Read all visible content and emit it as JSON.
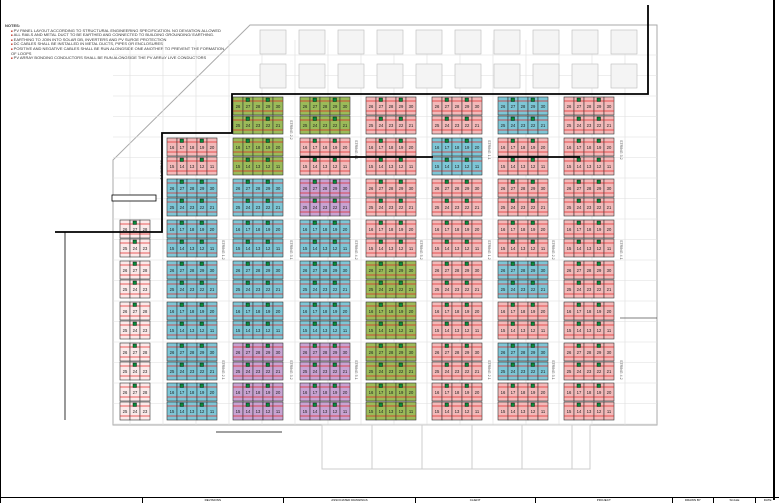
{
  "notes": {
    "title": "NOTES:",
    "items": [
      "PV PANEL LAYOUT ACCORDING TO STRUCTURAL ENGINEERING SPECIFICATION. NO DEVIATION ALLOWED",
      "ALL RAILS AND METAL DUCT TO BE EARTHED AND CONNECTED TO BUILDING GROUNDING/ EARTHING.",
      "EARTHING TO JOIN INTO SOLAR DB, INVERTERS AND PV SURGE PROTECTION",
      "DC CABLES SHALL BE INSTALLED IN METAL DUCTS, PIPES OR ENCLOSURES",
      "POSITIVE AND NEGATIVE CABLES SHALL BE RUN ALONGSIDE ONE ANOTHER TO PREVENT THE FORMATION OF LOOPS",
      "PV ARRAY BONDING CONDUCTORS SHALL BE RUN ALONGSIDE THE PV ARRAY LIVE CONDUCTORS"
    ]
  },
  "title_block": [
    "",
    "REVISIONS",
    "ASSOCIATED DRAWINGS",
    "CLIENT",
    "PROJECT",
    "DRAWN BY",
    "SCALE",
    "DATE"
  ],
  "panel_numbers": {
    "upper_top": [
      "26",
      "27",
      "28",
      "29",
      "30"
    ],
    "upper_bottom": [
      "25",
      "24",
      "23",
      "22",
      "21"
    ],
    "lower_top": [
      "16",
      "17",
      "18",
      "19",
      "20"
    ],
    "lower_bottom": [
      "15",
      "14",
      "13",
      "12",
      "11"
    ]
  },
  "string_labels": [
    "STRING 1.1",
    "STRING 1.2",
    "STRING 2.1",
    "STRING 2.2",
    "STRING 3.1",
    "STRING 3.2",
    "STRING 4.1",
    "STRING 4.2",
    "STRING 5.1",
    "STRING 5.2"
  ],
  "colors": {
    "green": "#9bbb59",
    "blue": "#7ec6d6",
    "pink": "#f3b9b9",
    "purple": "#c8a3d2",
    "white": "#fbe9e9"
  }
}
